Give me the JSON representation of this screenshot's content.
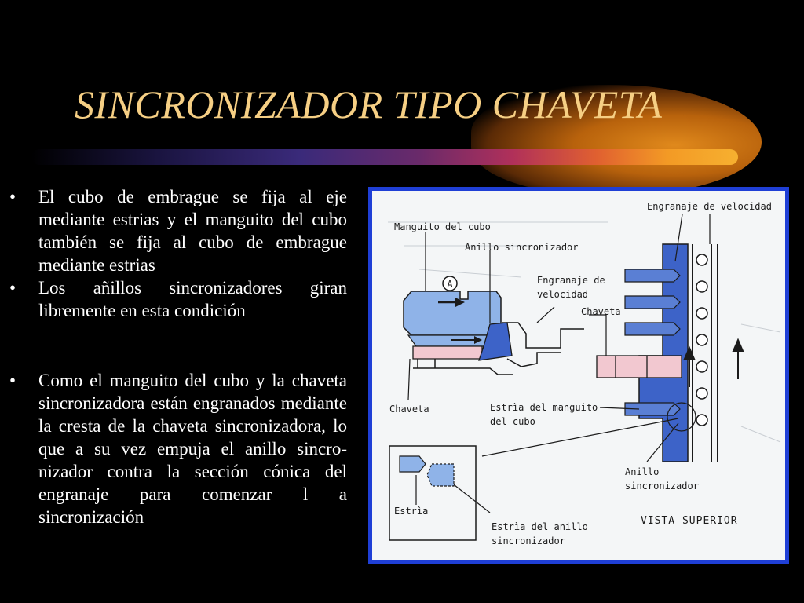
{
  "slide": {
    "title": "SINCRONIZADOR TIPO CHAVETA",
    "bullets": [
      "El cubo de embrague se fija al eje mediante estrias y el manguito del cubo también se fija al cubo de embrague mediante estrias",
      "Los añillos sincronizadores giran libremente en esta condición",
      "Como el manguito del cubo y la chaveta sincronizadora están engranados mediante la cresta de la chaveta sincronizadora, lo que a su vez empuja el anillo sincro-nizador contra la sección cónica del engranaje para comenzar l a sincronización"
    ]
  },
  "diagram": {
    "labels": {
      "engranaje_velocidad_top": "Engranaje de velocidad",
      "manguito_del_cubo": "Manguito del cubo",
      "anillo_sincronizador_top": "Anillo sincronizador",
      "engranaje_de": "Engranaje de",
      "velocidad": "velocidad",
      "chaveta_right": "Chaveta",
      "circle_a": "A",
      "chaveta_left": "Chaveta",
      "estria_manguito_1": "Estrìa del manguito",
      "estria_manguito_2": "del cubo",
      "anillo_1": "Anillo",
      "anillo_2": "sincronizador",
      "estria": "Estrìa",
      "estria_anillo_1": "Estrìa del anillo",
      "estria_anillo_2": "sincronizador",
      "vista_superior": "VISTA SUPERIOR"
    },
    "colors": {
      "frame": "#1f3fd6",
      "blue_part": "#8fb3e8",
      "pink_part": "#f2c8d0",
      "dark_blue": "#3d63c8"
    }
  }
}
